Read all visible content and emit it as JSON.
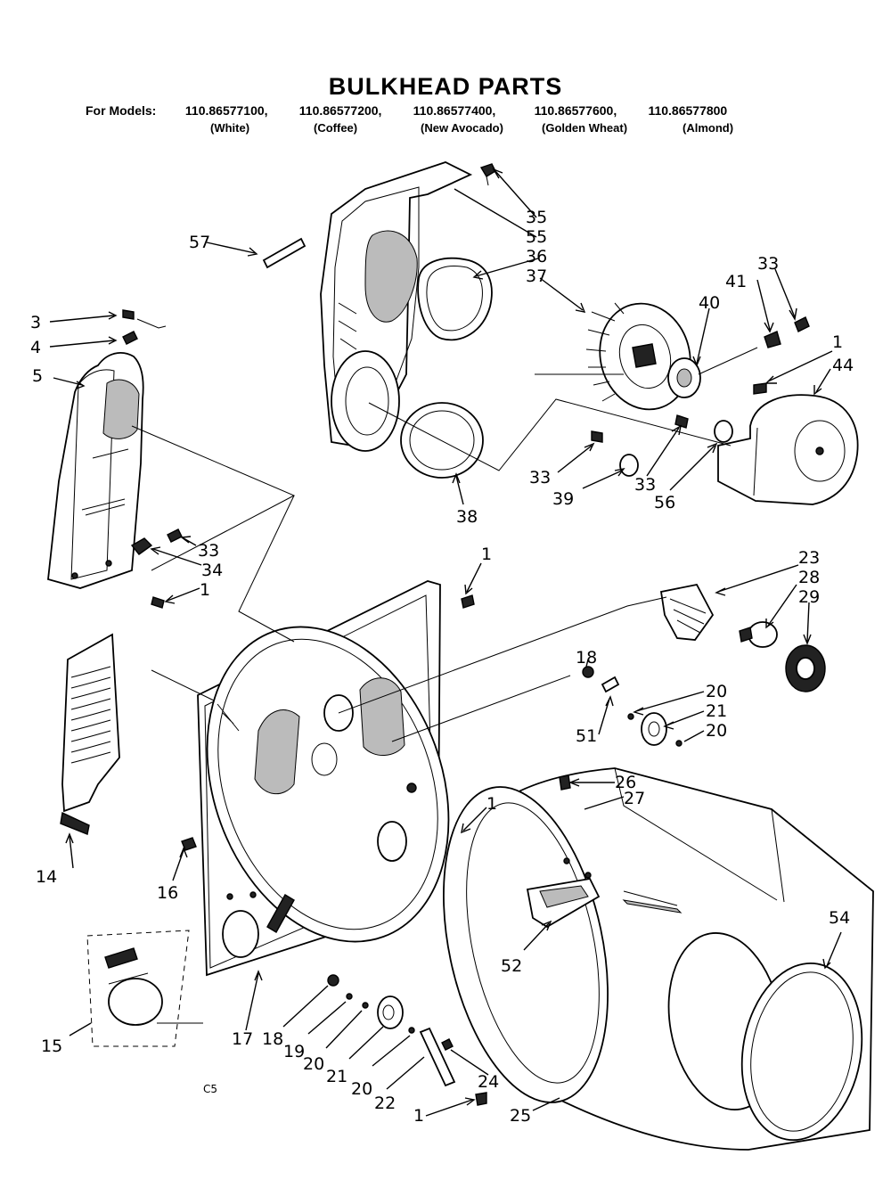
{
  "title": "BULKHEAD PARTS",
  "models": {
    "prefix": "For Models:",
    "list": [
      "110.86577100,",
      "110.86577200,",
      "110.86577400,",
      "110.86577600,",
      "110.86577800"
    ],
    "colors": [
      "(White)",
      "(Coffee)",
      "(New Avocado)",
      "(Golden Wheat)",
      "(Almond)"
    ]
  },
  "callouts": {
    "c1a": "1",
    "c1b": "1",
    "c1c": "1",
    "c1d": "1",
    "c1e": "1",
    "c3": "3",
    "c4": "4",
    "c5": "5",
    "c14": "14",
    "c15": "15",
    "c16": "16",
    "c17": "17",
    "c18a": "18",
    "c18b": "18",
    "c19": "19",
    "c20a": "20",
    "c20b": "20",
    "c20c": "20",
    "c20d": "20",
    "c21a": "21",
    "c21b": "21",
    "c22": "22",
    "c23": "23",
    "c24": "24",
    "c25": "25",
    "c26": "26",
    "c27": "27",
    "c28": "28",
    "c29": "29",
    "c33a": "33",
    "c33b": "33",
    "c33c": "33",
    "c33d": "33",
    "c34": "34",
    "c35": "35",
    "c36": "36",
    "c37": "37",
    "c38": "38",
    "c39": "39",
    "c40": "40",
    "c41": "41",
    "c44": "44",
    "c51": "51",
    "c52": "52",
    "c54": "54",
    "c55": "55",
    "c56": "56",
    "c57": "57"
  },
  "code": "C5"
}
